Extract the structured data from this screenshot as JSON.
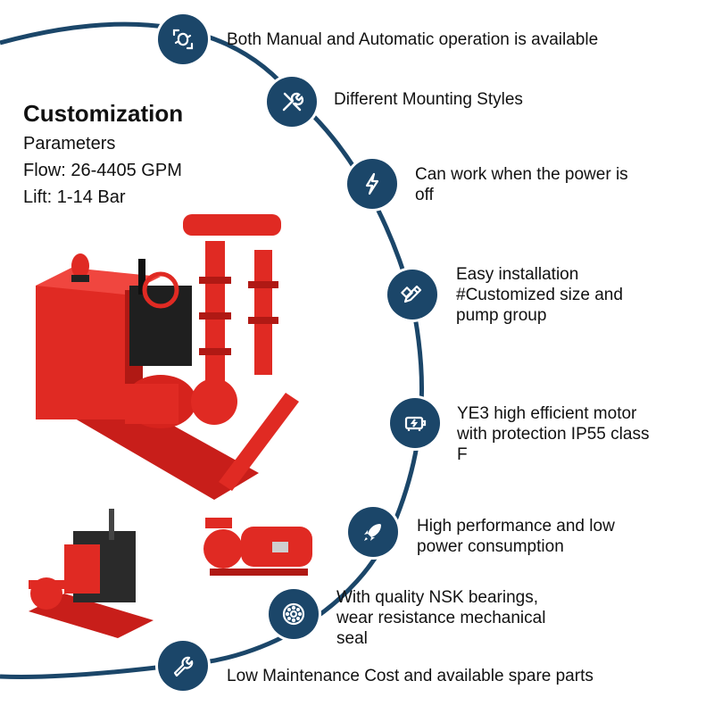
{
  "colors": {
    "arc": "#1b4669",
    "badge": "#1b4669",
    "pump_red": "#e02a23"
  },
  "header": {
    "title": "Customization",
    "subtitle": "Parameters",
    "flow": "Flow: 26-4405 GPM",
    "lift": "Lift: 1-14 Bar"
  },
  "features": [
    {
      "icon": "auto-manual-icon",
      "lines": [
        "Both Manual and Automatic operation is available"
      ]
    },
    {
      "icon": "tools-icon",
      "lines": [
        "Different Mounting Styles"
      ]
    },
    {
      "icon": "lightning-icon",
      "lines": [
        "Can work when the power is",
        "off"
      ]
    },
    {
      "icon": "install-pencil-icon",
      "lines": [
        "Easy installation",
        "#Customized size and",
        "pump group"
      ]
    },
    {
      "icon": "motor-icon",
      "lines": [
        "YE3 high efficient motor",
        "with protection IP55 class",
        "F"
      ]
    },
    {
      "icon": "rocket-icon",
      "lines": [
        "High performance and low",
        "power consumption"
      ]
    },
    {
      "icon": "bearing-icon",
      "lines": [
        "With quality NSK bearings,",
        "wear resistance mechanical",
        "seal"
      ]
    },
    {
      "icon": "wrench-icon",
      "lines": [
        "Low Maintenance Cost and available spare parts"
      ]
    }
  ]
}
